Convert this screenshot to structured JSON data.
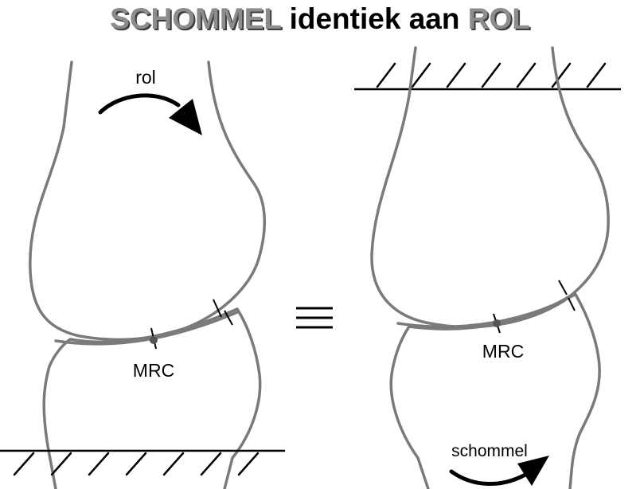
{
  "title": {
    "word1": "SCHOMMEL",
    "word2": "identiek aan",
    "word3": "ROL"
  },
  "left_panel": {
    "arrow_label": "rol",
    "contact_label": "MRC"
  },
  "equivalence_symbol": "≡",
  "right_panel": {
    "arrow_label": "schommel",
    "contact_label": "MRC"
  },
  "colors": {
    "title_highlight": "#8c8c8c",
    "bone_outline": "#7a7a7a",
    "ink": "#000000"
  }
}
